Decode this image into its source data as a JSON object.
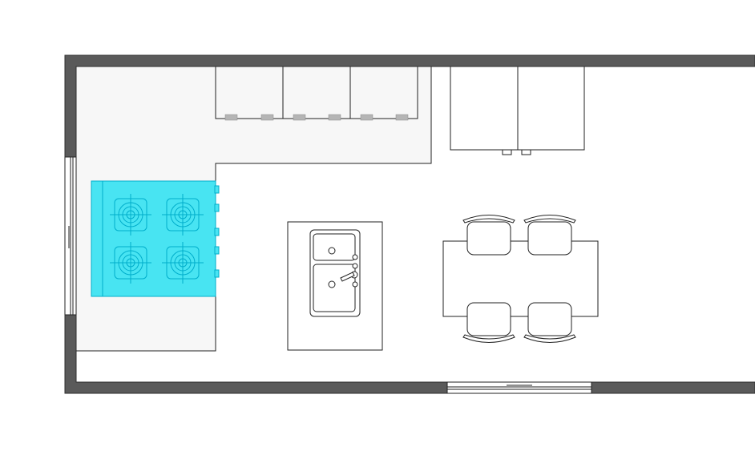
{
  "plan": {
    "colors": {
      "wall": "#5a5a5a",
      "wall_outline": "#2e2e2e",
      "counter": "#f7f7f7",
      "line": "#222222",
      "handle": "#b5b5b5",
      "stove_fill": "#48e4f2",
      "stove_line": "#00aecb"
    },
    "elements": {
      "stove_burners": 4,
      "stove_knobs": 5,
      "upper_cabinet_doors": 3,
      "refrigerator_doors": 2,
      "island_sinks": 2,
      "dining_chairs": 4
    }
  }
}
